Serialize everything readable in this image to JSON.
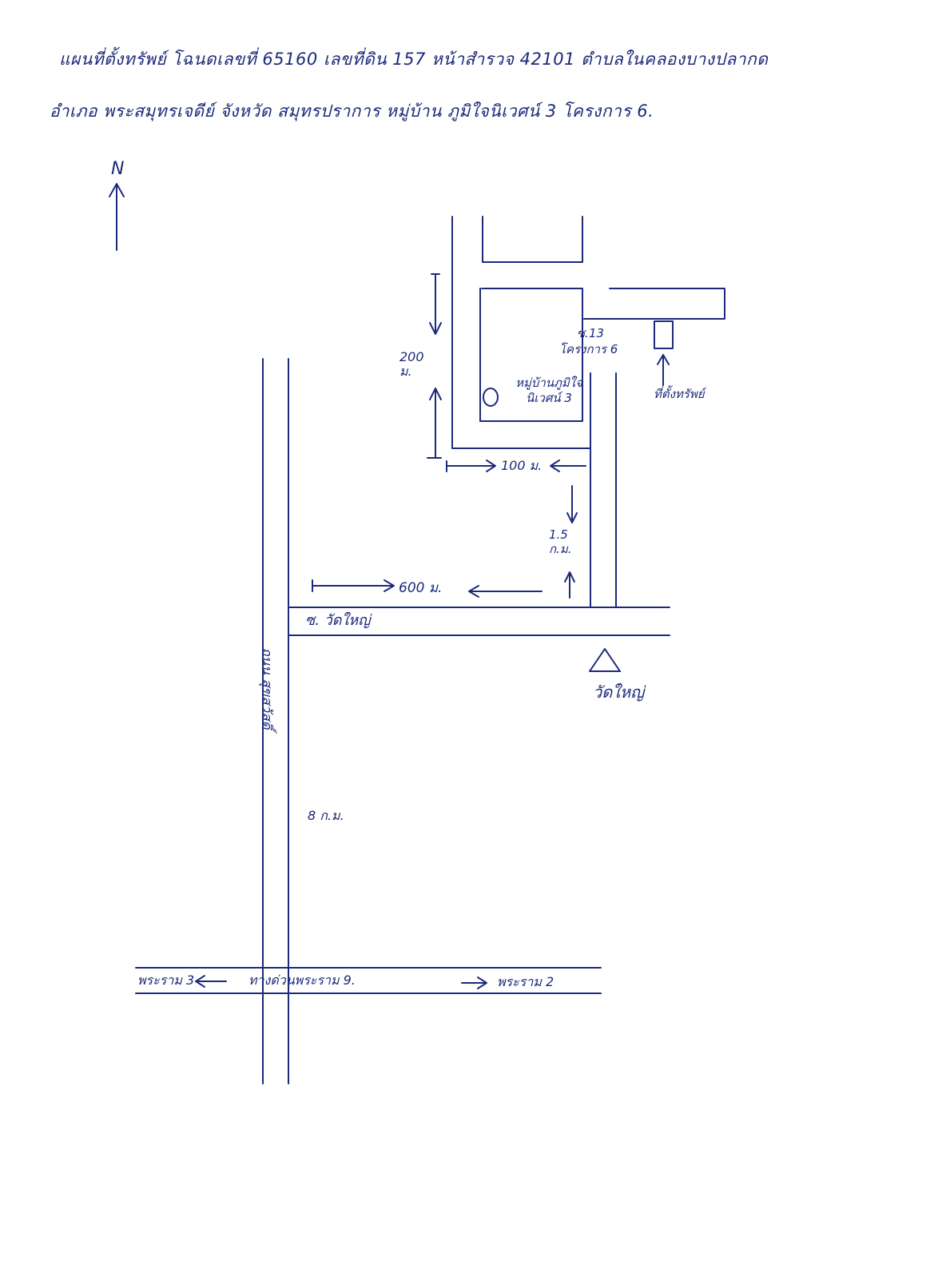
{
  "header": {
    "line1": "แผนที่ตั้งทรัพย์ โฉนดเลขที่ 65160 เลขที่ดิน 157 หน้าสำรวจ 42101 ตำบลในคลองบางปลากด",
    "line2": "อำเภอ พระสมุทรเจดีย์ จังหวัด สมุทรปราการ หมู่บ้าน ภูมิใจนิเวศน์ 3 โครงการ 6."
  },
  "north": {
    "label": "N"
  },
  "labels": {
    "dist_200m": "200 ม.",
    "dist_100m": "100 ม.",
    "dist_1_5km": "1.5 ก.ม.",
    "dist_600m": "600 ม.",
    "dist_8km": "8 ก.ม.",
    "village": "หมู่บ้านภูมิใจนิเวศน์ 3",
    "soi_13": "ซ.13",
    "project_6": "โครงการ 6",
    "property_location": "ที่ตั้งทรัพย์",
    "soi_wat_yai": "ซ. วัดใหญ่",
    "road_suksawat": "ถนน สุขสวัสดิ์",
    "wat_yai": "วัดใหญ่",
    "expressway": "ทางด่วนพระราม 9.",
    "rama3": "พระราม 3",
    "rama2": "พระราม 2"
  },
  "colors": {
    "ink": "#1c2a7a",
    "paper": "#ffffff"
  }
}
